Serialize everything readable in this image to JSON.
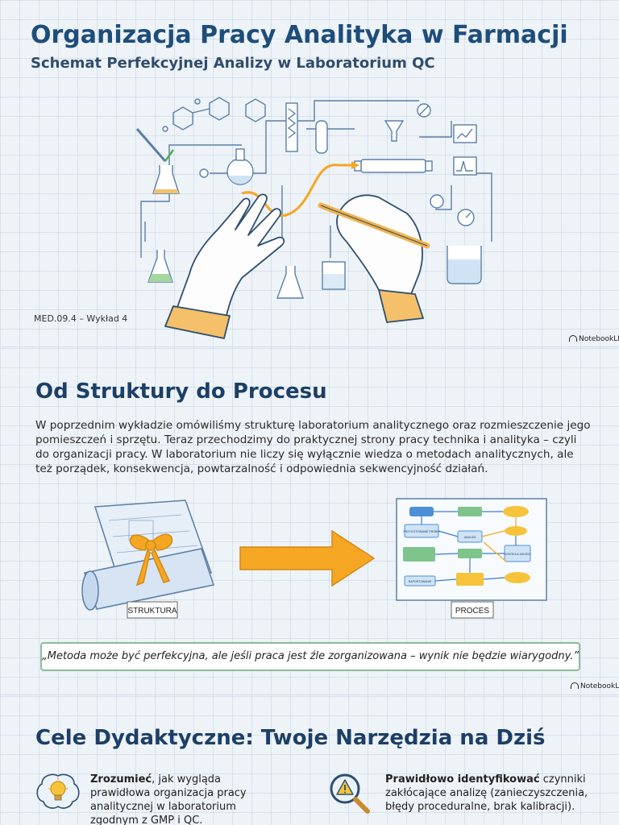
{
  "slide1": {
    "title": "Organizacja Pracy Analityka w Farmacji",
    "subtitle": "Schemat Perfekcyjnej Analizy w Laboratorium QC",
    "footer_code": "MED.09.4 – Wykład 4",
    "brand": "NotebookLM"
  },
  "slide2": {
    "title": "Od Struktury do Procesu",
    "paragraph": "W poprzednim wykładzie omówiliśmy strukturę laboratorium analitycznego oraz rozmieszczenie jego pomieszczeń i sprzętu. Teraz przechodzimy do praktycznej strony pracy technika i analityka – czyli do organizacji pracy. W laboratorium nie liczy się wyłącznie wiedza o metodach analitycznych, ale też porządek, konsekwencja, powtarzalność i odpowiednia sekwencyjność działań.",
    "label_structure": "STRUKTURA",
    "label_process": "PROCES",
    "flow_labels": [
      "PRZYGOTOWANIE PRÓBKI",
      "ANALIZA",
      "KONTROLA JAKOŚCI",
      "RAPORTOWANIE"
    ],
    "quote": "„Metoda może być perfekcyjna, ale jeśli praca jest źle zorganizowana – wynik nie będzie wiarygodny.”",
    "brand": "NotebookLM"
  },
  "slide3": {
    "title": "Cele Dydaktyczne: Twoje Narzędzia na Dziś",
    "goals": [
      {
        "lead": "Zrozumieć",
        "text": ", jak wygląda prawidłowa organizacja pracy analitycznej w laboratorium zgodnym z GMP i QC.",
        "icon": "brain-lightbulb-icon"
      },
      {
        "lead": "Prawidłowo identyfikować",
        "text": " czynniki zakłócające analizę (zanieczyszczenia, błędy proceduralne, brak kalibracji).",
        "icon": "magnifier-warning-icon"
      }
    ]
  },
  "colors": {
    "title_blue": "#1d4d7a",
    "accent_orange": "#f5a623",
    "quote_border": "#8fb99a",
    "flow_green": "#7fc48a",
    "flow_blue": "#4d8fd6",
    "flow_yellow": "#f6c33a"
  }
}
